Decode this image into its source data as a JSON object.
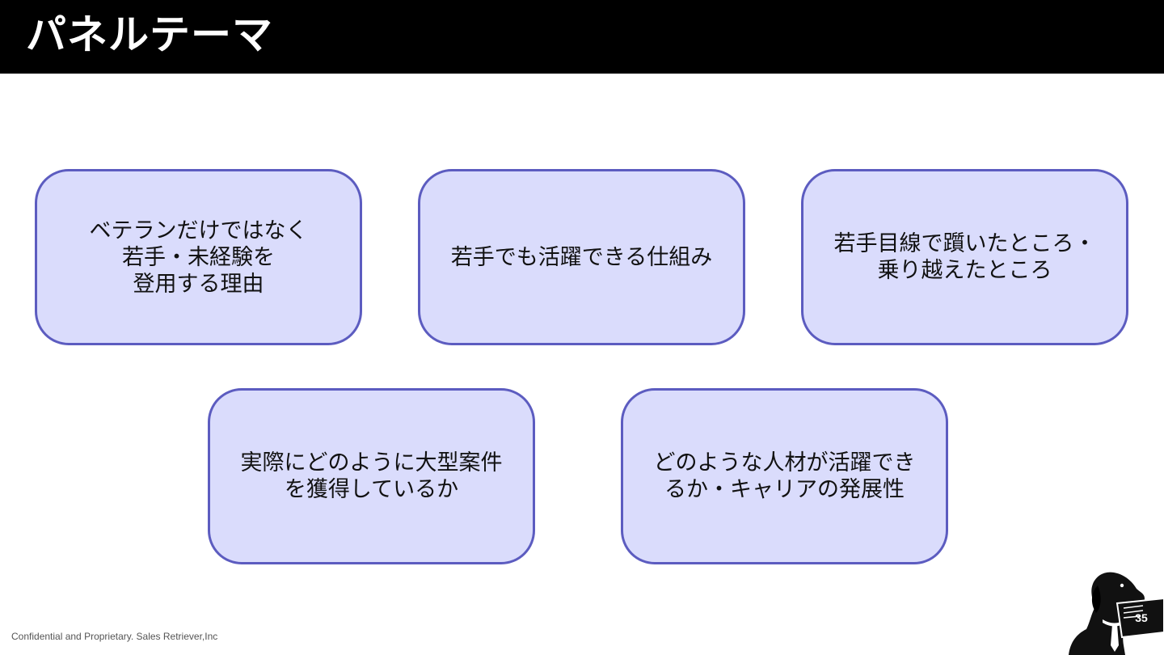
{
  "slide": {
    "title": "パネルテーマ",
    "page_number": "35",
    "footer": "Confidential and Proprietary. Sales Retriever,Inc"
  },
  "panels": [
    {
      "text": "ベテランだけではなく\n若手・未経験を\n登用する理由"
    },
    {
      "text": "若手でも活躍できる仕組み"
    },
    {
      "text": "若手目線で躓いたところ・\n乗り越えたところ"
    },
    {
      "text": "実際にどのように大型案件\nを獲得しているか"
    },
    {
      "text": "どのような人材が活躍でき\nるか・キャリアの発展性"
    }
  ],
  "colors": {
    "header_bg": "#000000",
    "panel_fill": "#dadcfc",
    "panel_border": "#5c5cc0"
  },
  "icons": {
    "mascot": "dog-holding-newspaper-icon"
  }
}
